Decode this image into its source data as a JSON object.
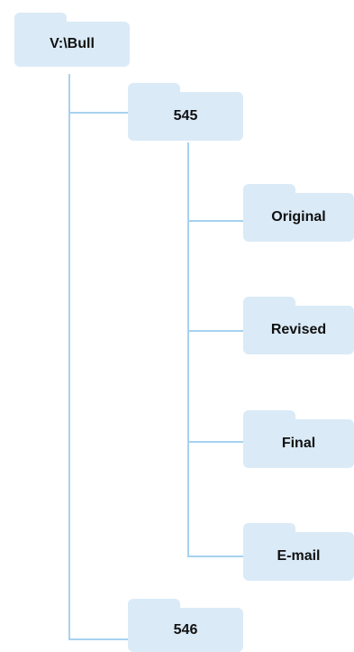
{
  "diagram": {
    "folder_color": "#daeaf7",
    "line_color": "#a6d2ee",
    "root": {
      "label": "V:\\Bull"
    },
    "nodes": {
      "n545": {
        "label": "545"
      },
      "original": {
        "label": "Original"
      },
      "revised": {
        "label": "Revised"
      },
      "final": {
        "label": "Final"
      },
      "email": {
        "label": "E-mail"
      },
      "n546": {
        "label": "546"
      }
    }
  }
}
